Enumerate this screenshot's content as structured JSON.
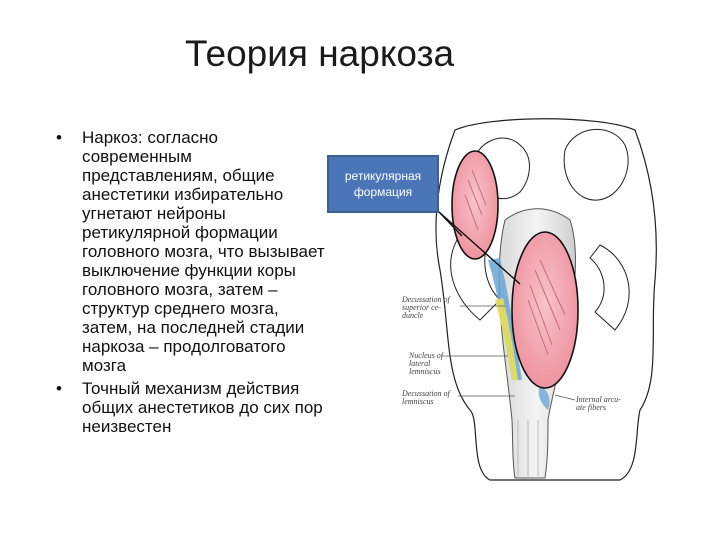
{
  "title": "Теория наркоза",
  "bullets": [
    {
      "marker": "•",
      "lines": [
        "Наркоз: согласно",
        "современным",
        "представлениям, общие",
        "анестетики избирательно",
        "угнетают нейроны",
        "ретикулярной формации",
        "головного мозга, что вызывает",
        "выключение функции коры",
        "головного мозга, затем –",
        "структур среднего мозга,",
        "затем, на последней стадии",
        "наркоза – продолговатого",
        "мозга"
      ]
    },
    {
      "marker": "•",
      "lines": [
        "Точный механизм действия",
        "общих анестетиков до сих пор",
        "неизвестен"
      ]
    }
  ],
  "callout": {
    "line1": "ретикулярная",
    "line2": "формация",
    "fill_color": "#4a76b8"
  },
  "anatomy_labels": {
    "label_1": {
      "line1": "Decussation of",
      "line2": "superior ce-",
      "line3": "duncle"
    },
    "label_2": {
      "line1": "Nucleus of",
      "line2": "lateral",
      "line3": "lemniscus"
    },
    "label_3": {
      "line1": "Decussation of",
      "line2": "lemniscus"
    },
    "label_4": {
      "line1": "Internal arcu-",
      "line2": "ate fibers"
    }
  },
  "colors": {
    "highlight_fill": "#f2a0ab",
    "highlight_stroke": "#111111",
    "connector_line": "#111111"
  }
}
